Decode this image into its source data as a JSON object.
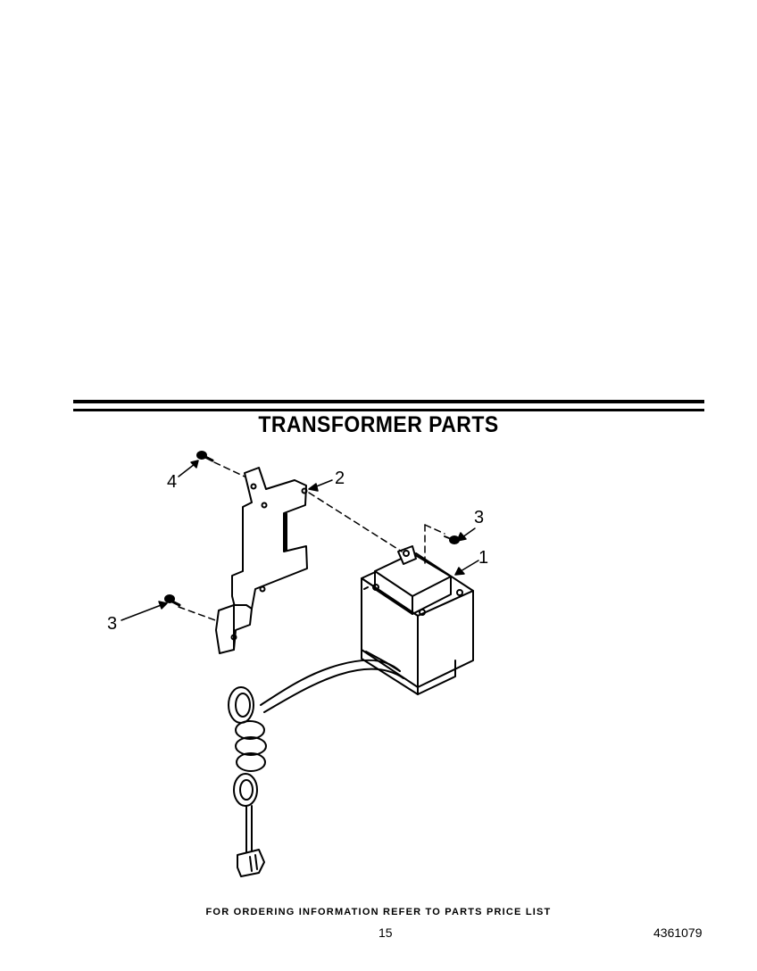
{
  "title": "TRANSFORMER PARTS",
  "callouts": {
    "transformer": "1",
    "bracket": "2",
    "screw_right": "3",
    "screw_left": "3",
    "screw_top": "4"
  },
  "footer": {
    "ordering_note": "FOR ORDERING INFORMATION REFER TO PARTS PRICE LIST",
    "page_number": "15",
    "document_number": "4361079"
  }
}
